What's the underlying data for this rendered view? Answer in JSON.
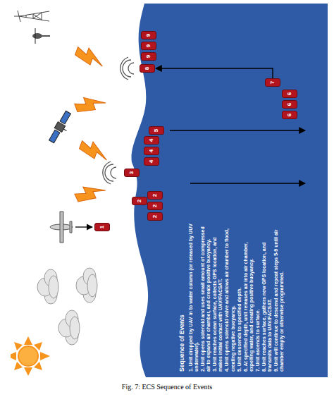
{
  "diagram": {
    "caption": "Fig. 7: ECS Sequence of Events",
    "nodes": [
      {
        "text": [
          "1"
        ]
      },
      {
        "text": [
          "2"
        ]
      },
      {
        "text": [
          "2"
        ]
      },
      {
        "text": [
          "2"
        ]
      },
      {
        "text": [
          "2"
        ]
      },
      {
        "text": [
          "3"
        ]
      },
      {
        "text": [
          "4"
        ]
      },
      {
        "text": [
          "4"
        ]
      },
      {
        "text": [
          "4"
        ]
      },
      {
        "text": [
          "5"
        ]
      },
      {
        "text": [
          "6"
        ]
      },
      {
        "text": [
          "6"
        ]
      },
      {
        "text": [
          "6"
        ]
      },
      {
        "text": [
          "7"
        ]
      },
      {
        "text": [
          "8"
        ]
      },
      {
        "text": [
          "9"
        ]
      },
      {
        "text": [
          "9"
        ]
      },
      {
        "text": [
          "9"
        ]
      }
    ],
    "edges": [
      {
        "from": 13,
        "to": 14,
        "arrow": "to"
      }
    ],
    "labels": [
      "Sequence of Events",
      "1. Unit dropped by UAV in to water column (or released by UUV underwater).",
      "2. Unit opens solenoid and uses small amount of compressed air to expand air chamber, and create positive buoyancy.",
      "3. Unit reaches ocean surface, collects GPS location, and makes initial contact with UAV/FACSAT.",
      "4. Unit opens solenoid valve and allows air chamber to flood, creating negative buoyancy.",
      "5. Unit descends to specified depth.",
      "6. At specified depth, unit releases air into air chamber, expelling water, and creating positive buoyancy.",
      "7. Unit ascends to surface.",
      "8. Unit reaches surface, gathers new GPS location, and transmits data to UAV/FACSAT.",
      "9. Unit will continue to descend and repeat steps 5-9 until air chamber empty or otherwise programmed."
    ]
  }
}
